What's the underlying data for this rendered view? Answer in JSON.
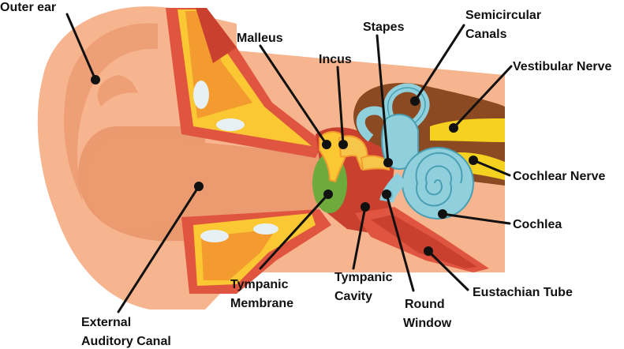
{
  "title": "",
  "colors": {
    "skin_light": "#f6b58f",
    "skin_mid": "#f0a57c",
    "skin_dark": "#e9946b",
    "bone_orange": "#f39b2f",
    "bone_yellow": "#fbc733",
    "canal_red": "#e0553f",
    "cavity_red": "#c9402f",
    "membrane_green": "#6eaa3c",
    "cochlea_blue": "#8fd0dc",
    "cochlea_outline": "#4a9fb3",
    "nerve_yellow": "#f4d21f",
    "brown": "#8b4a22",
    "ossicle_yellow": "#f5c64a",
    "white_patch": "#e6f0f5"
  },
  "labels": {
    "outer_ear": "Outer ear",
    "malleus": "Malleus",
    "incus": "Incus",
    "stapes": "Stapes",
    "semicircular_1": "Semicircular",
    "semicircular_2": "Canals",
    "vestibular_nerve": "Vestibular Nerve",
    "cochlear_nerve": "Cochlear Nerve",
    "cochlea": "Cochlea",
    "eustachian_tube": "Eustachian Tube",
    "round_window_1": "Round",
    "round_window_2": "Window",
    "tympanic_cavity_1": "Tympanic",
    "tympanic_cavity_2": "Cavity",
    "tympanic_membrane_1": "Tympanic",
    "tympanic_membrane_2": "Membrane",
    "external_canal_1": "External",
    "external_canal_2": "Auditory Canal"
  }
}
